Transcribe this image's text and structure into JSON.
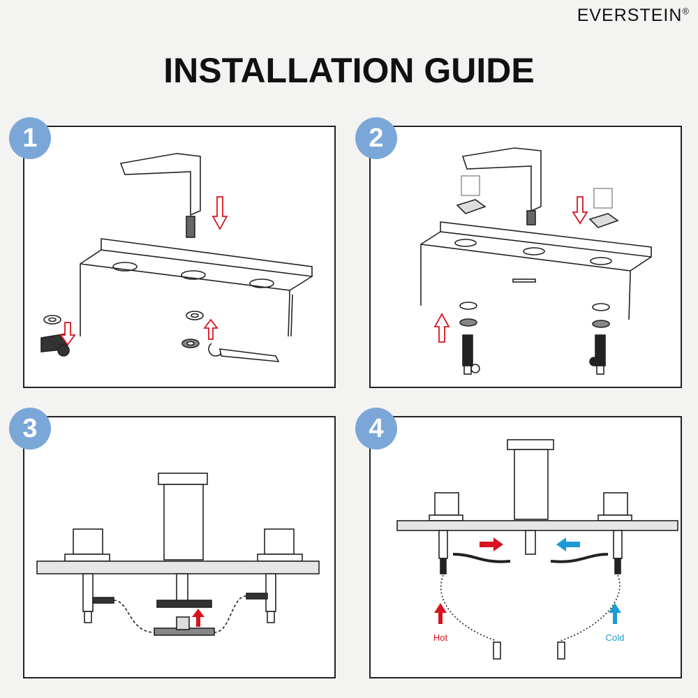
{
  "brand": {
    "name": "EVERSTEIN",
    "mark": "®"
  },
  "title": "INSTALLATION GUIDE",
  "steps": [
    {
      "number": "1"
    },
    {
      "number": "2"
    },
    {
      "number": "3"
    },
    {
      "number": "4"
    }
  ],
  "labels": {
    "hot": "Hot",
    "cold": "Cold"
  },
  "colors": {
    "step_badge": "#7aa7d8",
    "arrow_red": "#d7141f",
    "arrow_blue": "#1a9ad6",
    "line": "#222222"
  }
}
